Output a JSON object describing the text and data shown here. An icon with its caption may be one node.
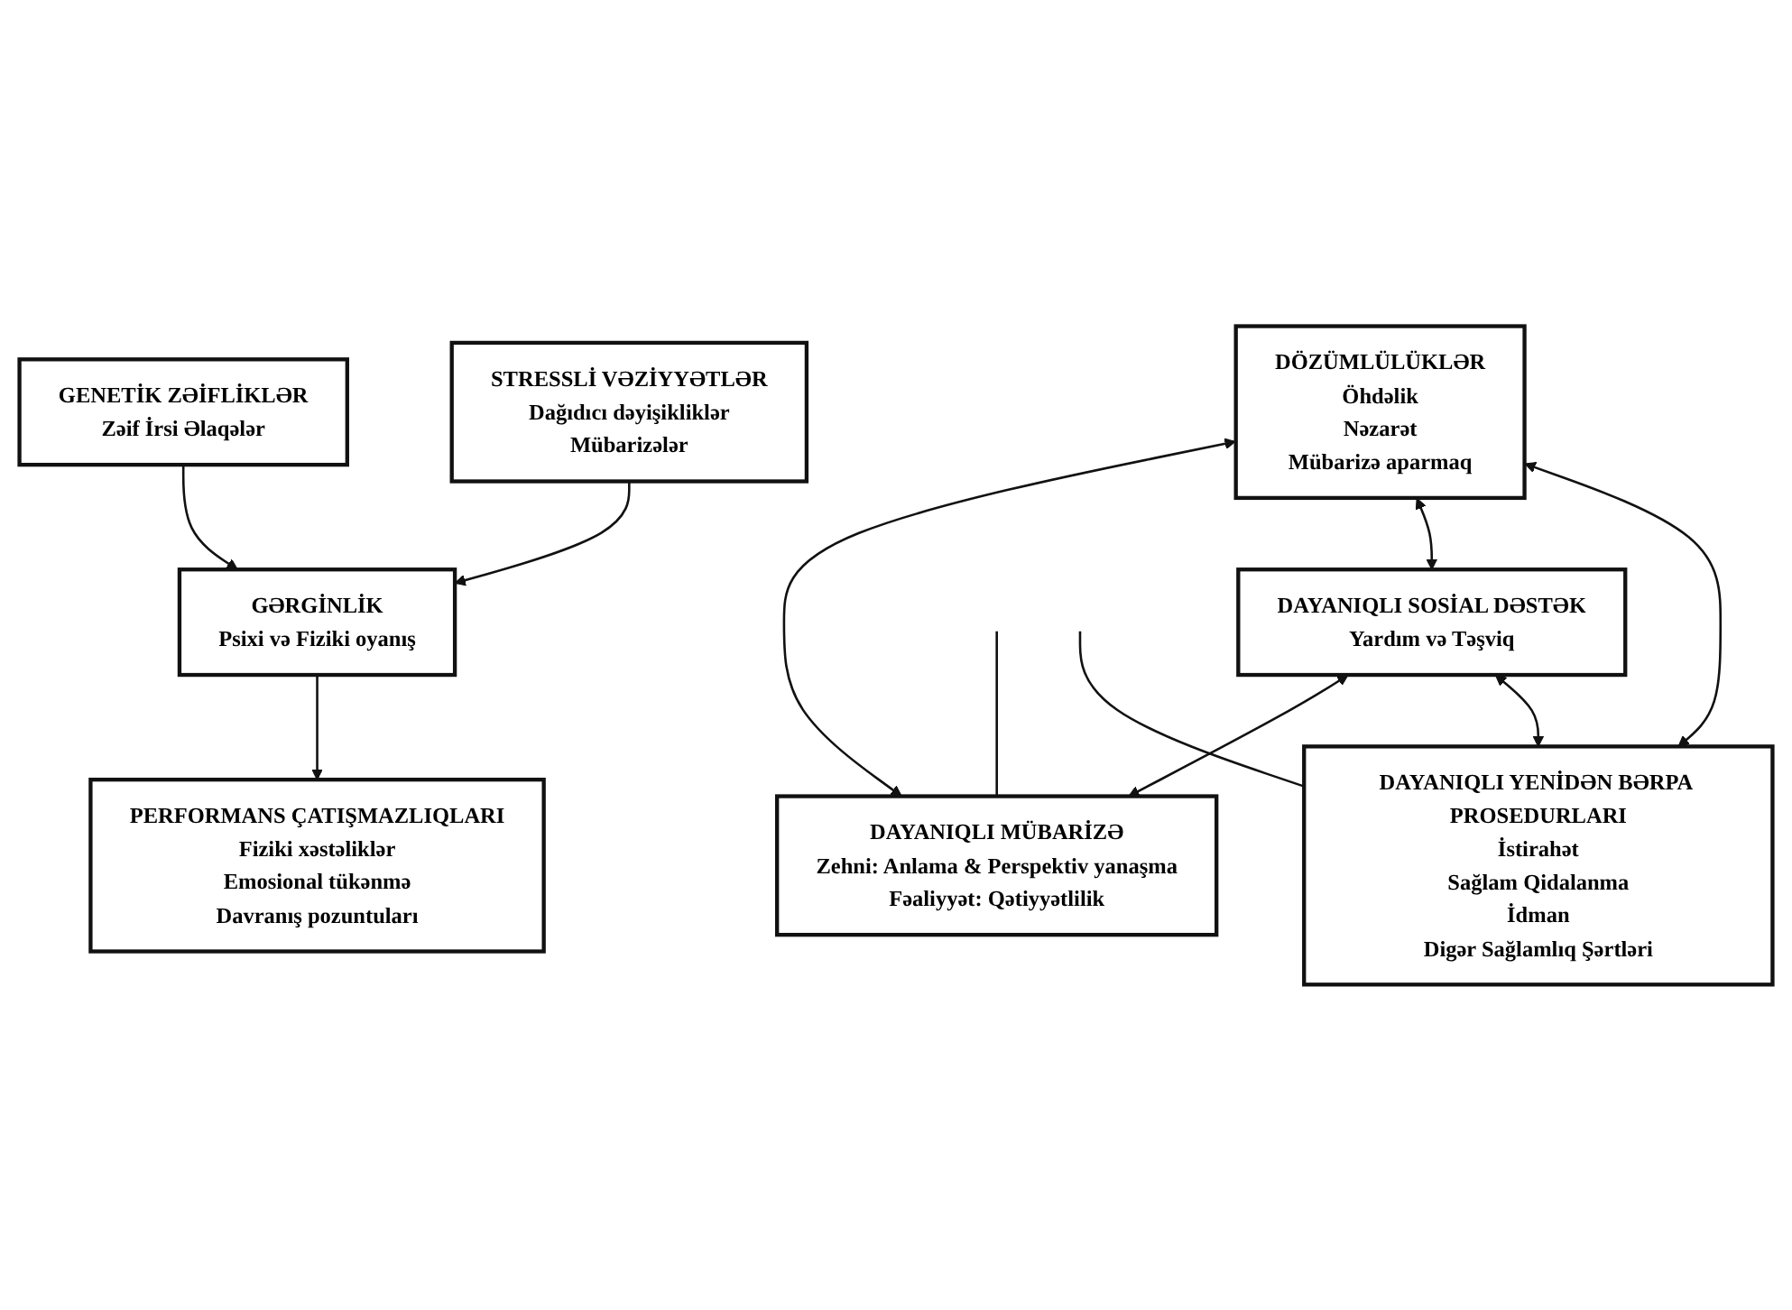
{
  "diagram": {
    "nodes": [
      {
        "text": [
          "GENETİK ZƏİFLİKLƏR",
          "Zəif İrsi Əlaqələr"
        ]
      },
      {
        "text": [
          "STRESSLİ VƏZİYYƏTLƏR",
          "Dağıdıcı dəyişikliklər",
          "Mübarizələr"
        ]
      },
      {
        "text": [
          "GƏRGİNLİK",
          "Psixi və Fiziki oyanış"
        ]
      },
      {
        "text": [
          "PERFORMANS ÇATIŞMAZLIQLARI",
          "Fiziki xəstəliklər",
          "Emosional tükənmə",
          "Davranış pozuntuları"
        ]
      },
      {
        "text": [
          "DÖZÜMLÜLÜKLƏR",
          "Öhdəlik",
          "Nəzarət",
          "Mübarizə aparmaq"
        ]
      },
      {
        "text": [
          "DAYANIQLI MÜBARİZƏ",
          "Zehni: Anlama & Perspektiv yanaşma",
          "Fəaliyyət: Qətiyyətlilik"
        ]
      },
      {
        "text": [
          "DAYANIQLI SOSİAL DƏSTƏK",
          "Yardım və Təşviq"
        ]
      },
      {
        "text": [
          "DAYANIQLI YENİDƏN BƏRPA PROSEDURLARI",
          "İstirahət",
          "Sağlam Qidalanma",
          "İdman",
          "Digər Sağlamlıq Şərtləri"
        ]
      }
    ],
    "edges": [
      {
        "from": 0,
        "to": 2,
        "arrow": "to"
      },
      {
        "from": 1,
        "to": 2,
        "arrow": "to"
      },
      {
        "from": 2,
        "to": 3,
        "arrow": "to"
      },
      {
        "from": null,
        "to": 5,
        "arrow": "none"
      },
      {
        "from": null,
        "to": 7,
        "arrow": "none"
      },
      {
        "from": 4,
        "to": 5,
        "arrow": "both"
      },
      {
        "from": 4,
        "to": 6,
        "arrow": "both"
      },
      {
        "from": 4,
        "to": 7,
        "arrow": "both"
      },
      {
        "from": 6,
        "to": 5,
        "arrow": "both"
      },
      {
        "from": 6,
        "to": 7,
        "arrow": "both"
      }
    ]
  }
}
